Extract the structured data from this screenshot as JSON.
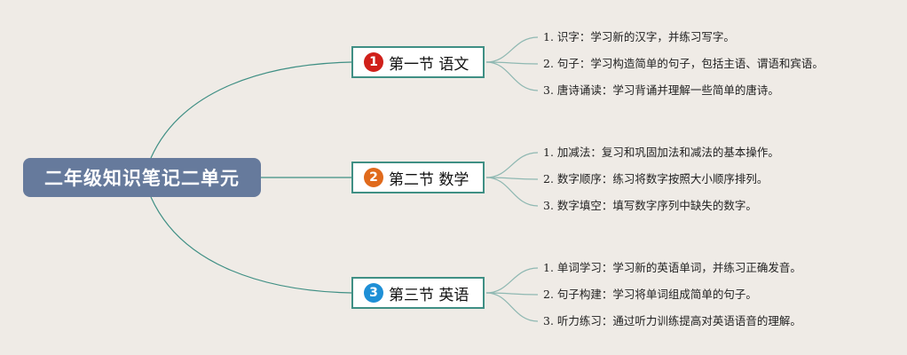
{
  "root": {
    "label": "二年级知识笔记二单元"
  },
  "sections": [
    {
      "number": "1",
      "label": "第一节 语文",
      "badge_color": "#d0201a",
      "items": [
        "1. 识字：学习新的汉字，并练习写字。",
        "2. 句子：学习构造简单的句子，包括主语、谓语和宾语。",
        "3. 唐诗诵读：学习背诵并理解一些简单的唐诗。"
      ]
    },
    {
      "number": "2",
      "label": "第二节 数学",
      "badge_color": "#e06a1c",
      "items": [
        "1. 加减法：复习和巩固加法和减法的基本操作。",
        "2. 数字顺序：练习将数字按照大小顺序排列。",
        "3. 数字填空：填写数字序列中缺失的数字。"
      ]
    },
    {
      "number": "3",
      "label": "第三节 英语",
      "badge_color": "#1e8fd6",
      "items": [
        "1. 单词学习：学习新的英语单词，并练习正确发音。",
        "2. 句子构建：学习将单词组成简单的句子。",
        "3. 听力练习：通过听力训练提高对英语语音的理解。"
      ]
    }
  ],
  "colors": {
    "background": "#efebe6",
    "root_fill": "#667a9c",
    "connector": "#3f8f84",
    "leaf_connector": "#8fb8b2"
  }
}
